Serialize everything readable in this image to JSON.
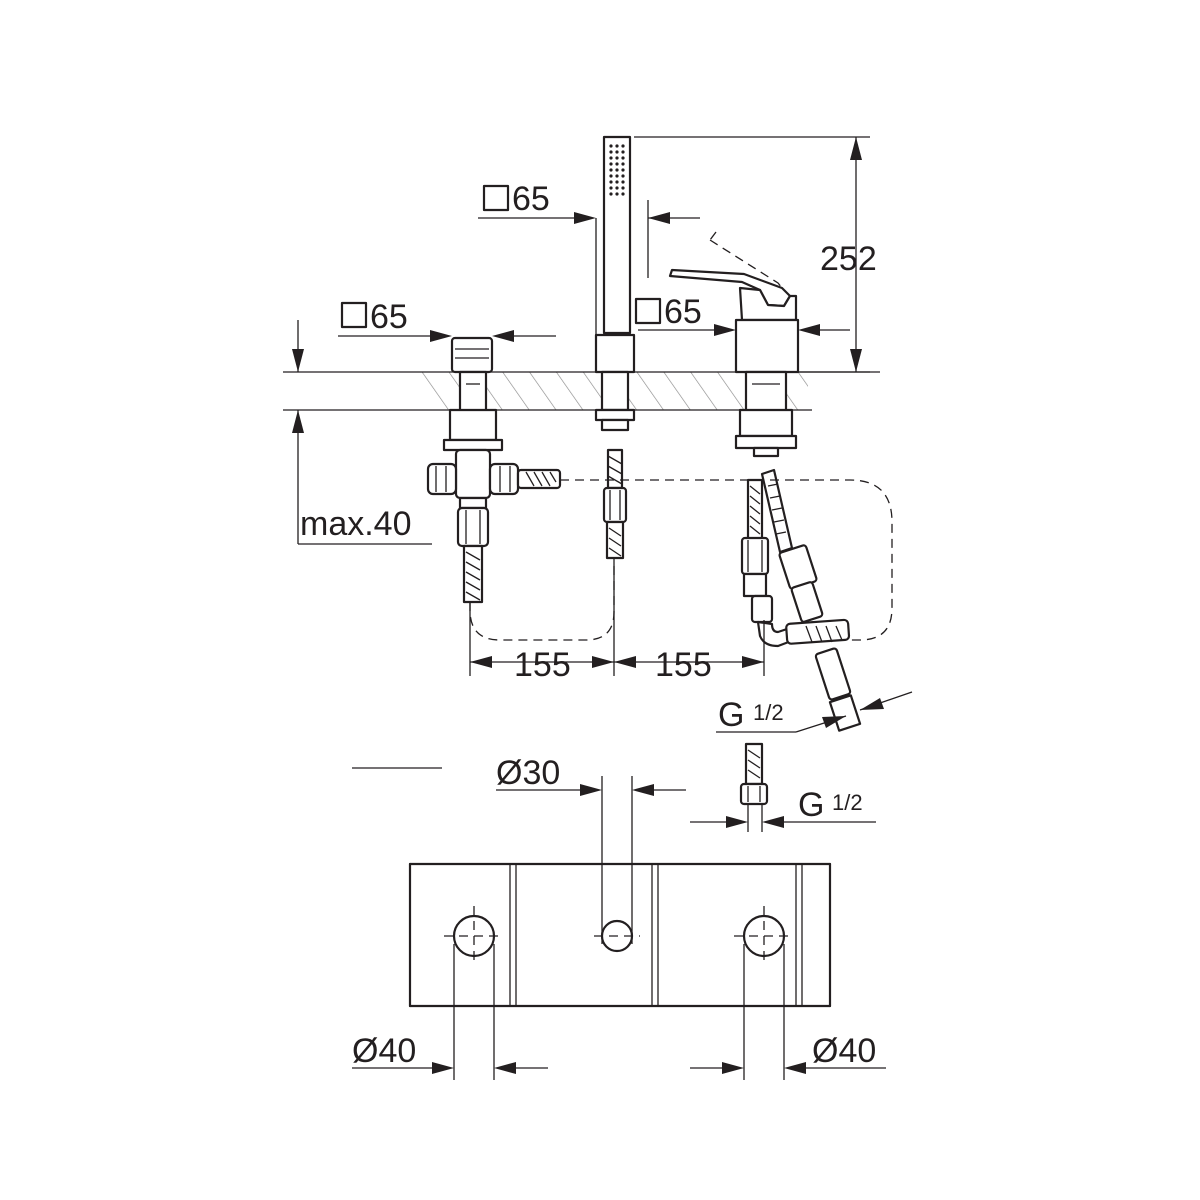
{
  "dimensions": {
    "square_tap_left": "65",
    "square_tap_center": "65",
    "square_tap_right": "65",
    "height_total": "252",
    "max_deck": "max.40",
    "spacing_left": "155",
    "spacing_right": "155",
    "thread_hose": "G",
    "thread_hose_fraction": "1/2",
    "thread_conn": "G",
    "thread_conn_fraction": "1/2",
    "hole_center": "Ø30",
    "hole_left": "Ø40",
    "hole_right": "Ø40"
  },
  "colors": {
    "line": "#231f20",
    "hatch": "#8a8a8a",
    "background": "#ffffff"
  }
}
